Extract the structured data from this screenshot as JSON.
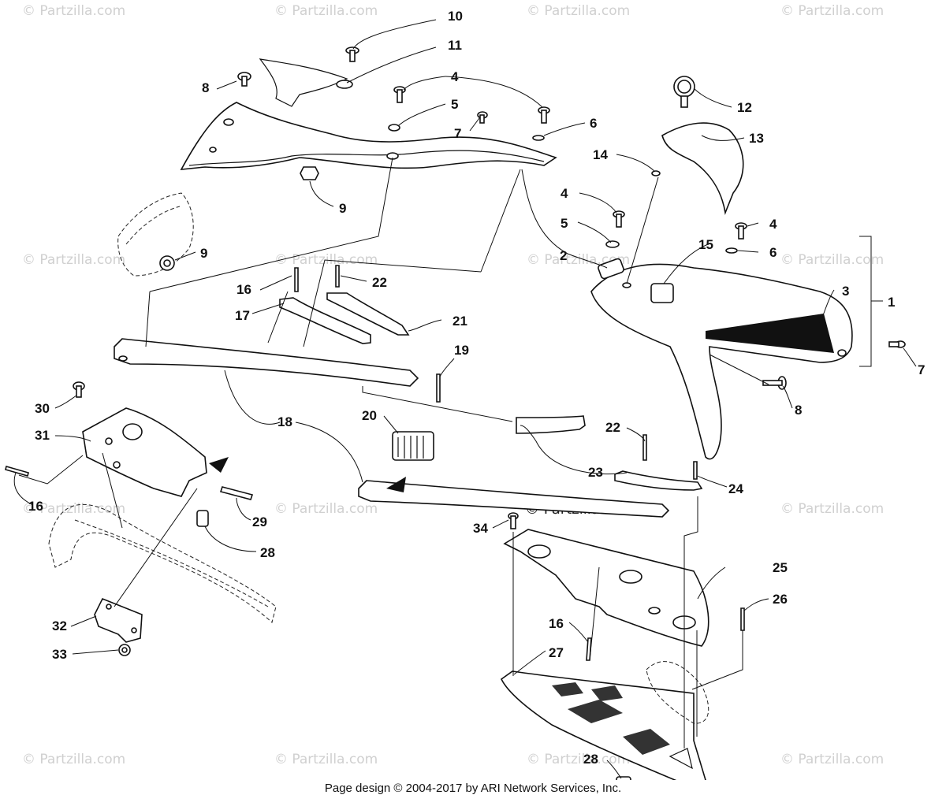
{
  "watermark": "© Partzilla.com",
  "footer": "Page design © 2004-2017 by ARI Network Services, Inc.",
  "callouts": {
    "c10": "10",
    "c11": "11",
    "c8a": "8",
    "c4a": "4",
    "c5a": "5",
    "c7a": "7",
    "c6a": "6",
    "c9a": "9",
    "c9b": "9",
    "c12": "12",
    "c13": "13",
    "c14": "14",
    "c4b": "4",
    "c5b": "5",
    "c15": "15",
    "c4c": "4",
    "c6b": "6",
    "c2": "2",
    "c3": "3",
    "c1": "1",
    "c7b": "7",
    "c8b": "8",
    "c16a": "16",
    "c22a": "22",
    "c17": "17",
    "c21": "21",
    "c19": "19",
    "c30": "30",
    "c31": "31",
    "c18": "18",
    "c20": "20",
    "c22b": "22",
    "c16b": "16",
    "c23": "23",
    "c24": "24",
    "c29": "29",
    "c34": "34",
    "c28a": "28",
    "c25": "25",
    "c32": "32",
    "c26": "26",
    "c16c": "16",
    "c33": "33",
    "c27": "27",
    "c28b": "28"
  }
}
